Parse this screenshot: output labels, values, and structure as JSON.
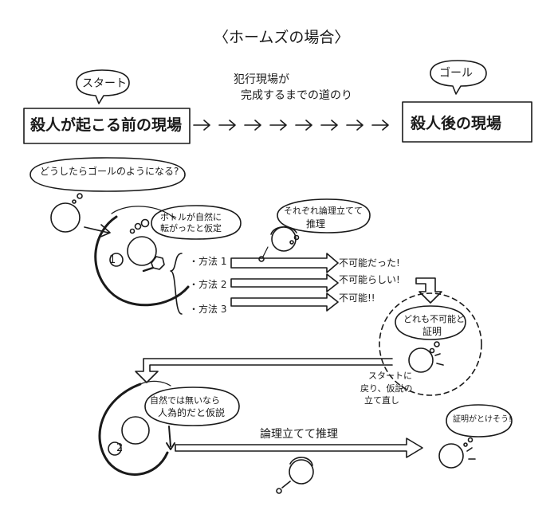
{
  "title": "〈ホームズの場合〉",
  "start": {
    "bubble": "スタート",
    "box": "殺人が起こる前の現場"
  },
  "goal": {
    "bubble": "ゴール",
    "box": "殺人後の現場"
  },
  "route_label": {
    "line1": "犯行現場が",
    "line2": "完成するまでの道のり"
  },
  "question": "どうしたらゴールのようになる?",
  "hypothesis1": {
    "number": "1",
    "line1": "ボトルが自然に",
    "line2": "転がったと仮定"
  },
  "each_reasoning": {
    "line1": "それぞれ論理立てて",
    "line2": "推理"
  },
  "methods": [
    {
      "label": "・方法 1",
      "result": "不可能だった!"
    },
    {
      "label": "・方法 2",
      "result": "不可能らしい!"
    },
    {
      "label": "・方法 3",
      "result": "不可能!!"
    }
  ],
  "proof_bubble": {
    "line1": "どれも不可能と",
    "line2": "証明"
  },
  "back_note": {
    "line1": "スタートに",
    "line2": "戻り、仮説の",
    "line3": "立て直し"
  },
  "hypothesis2": {
    "number": "2",
    "line1": "自然では無いなら",
    "line2": "人為的だと仮説"
  },
  "reasoning": "論理立てて推理",
  "proof_possible": "証明がとけそう!"
}
